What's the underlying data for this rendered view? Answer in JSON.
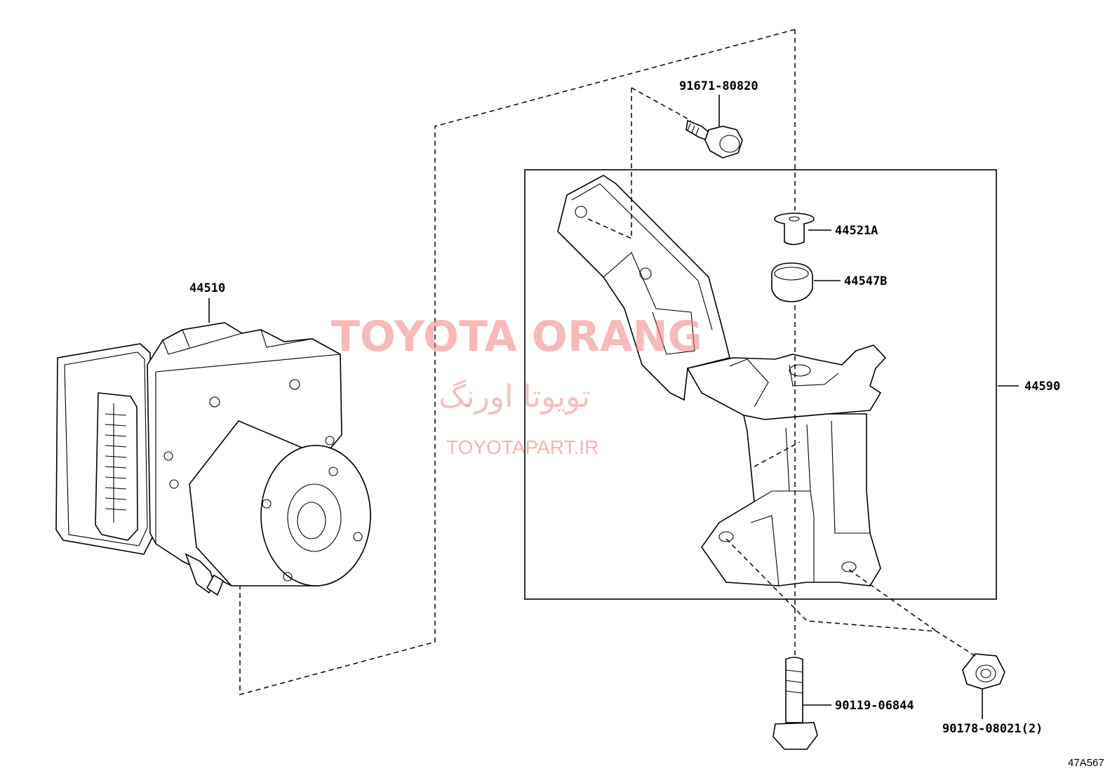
{
  "parts": {
    "actuator": "44510",
    "bolt_top": "91671-80820",
    "collar": "44521A",
    "cushion": "44547B",
    "bracket_assy": "44590",
    "bolt_bottom": "90119-06844",
    "nut": "90178-08021(2)"
  },
  "figure_code": "47A567",
  "watermark": {
    "title": "TOYOTA ORANG",
    "farsi": "تویوتا اورنگ",
    "url": "TOYOTAPART.IR"
  }
}
